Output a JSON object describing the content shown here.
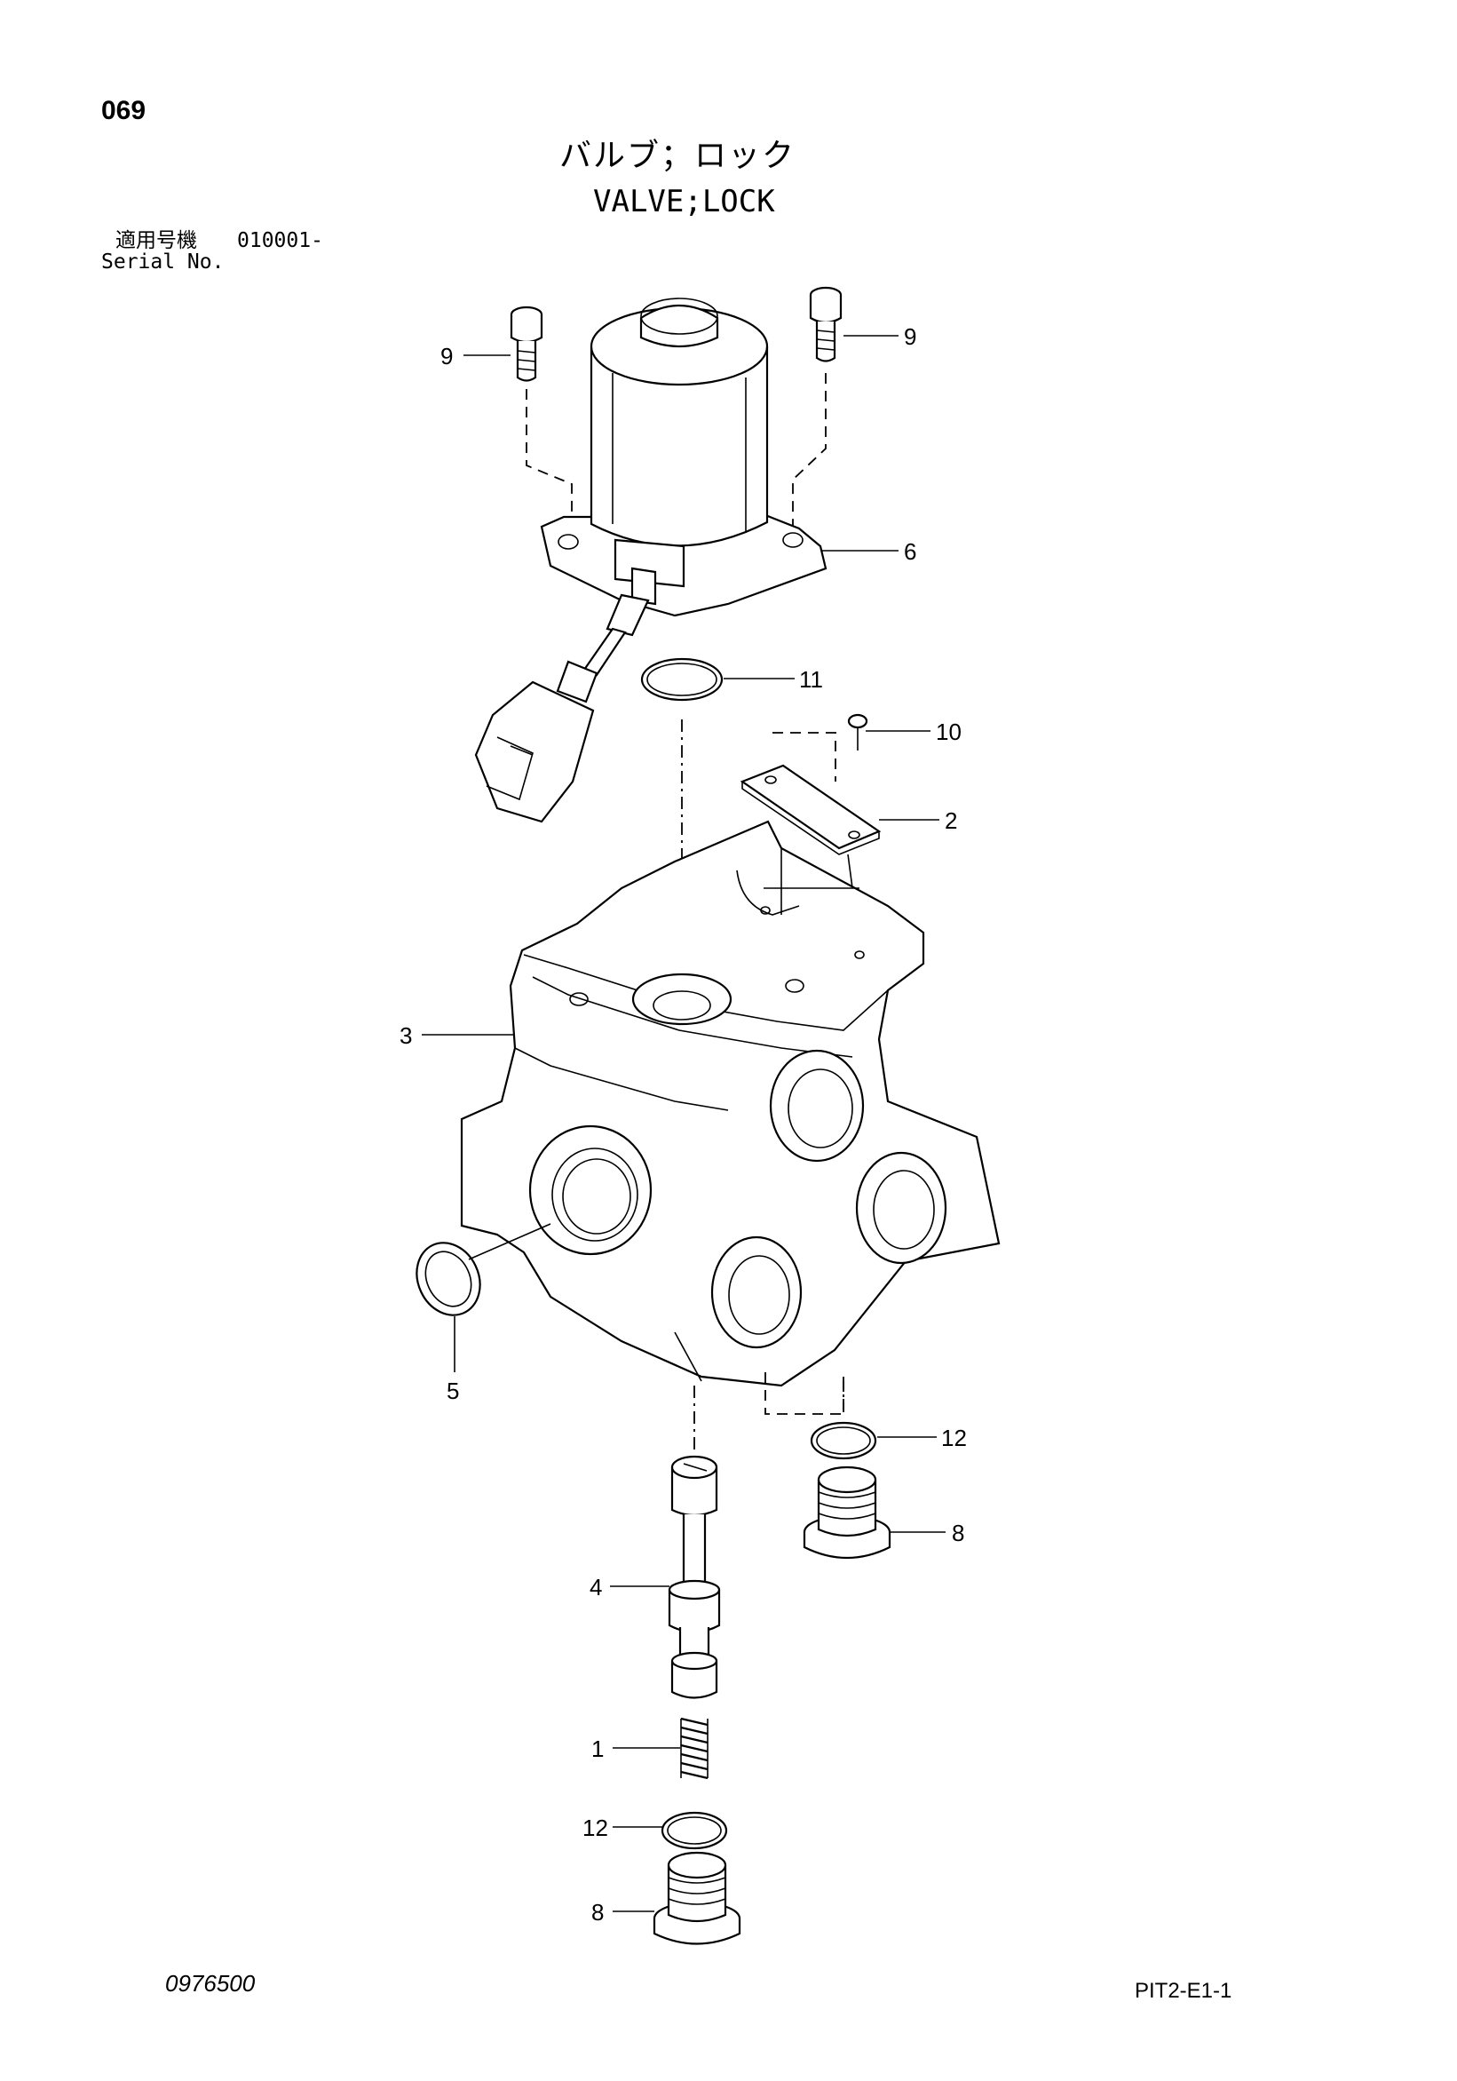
{
  "header": {
    "page_number": "069",
    "title_jp": "バルブ；ロック",
    "title_en": "VALVE;LOCK",
    "serial_label_jp": "適用号機",
    "serial_range": "010001-",
    "serial_label_en": "Serial No."
  },
  "footer": {
    "doc_number": "0976500",
    "page_code": "PIT2-E1-1"
  },
  "callouts": {
    "c9_left": "9",
    "c9_right": "9",
    "c6": "6",
    "c11": "11",
    "c10": "10",
    "c2": "2",
    "c3": "3",
    "c5": "5",
    "c12_right": "12",
    "c8_right": "8",
    "c4": "4",
    "c1": "1",
    "c12_bottom": "12",
    "c8_bottom": "8"
  }
}
